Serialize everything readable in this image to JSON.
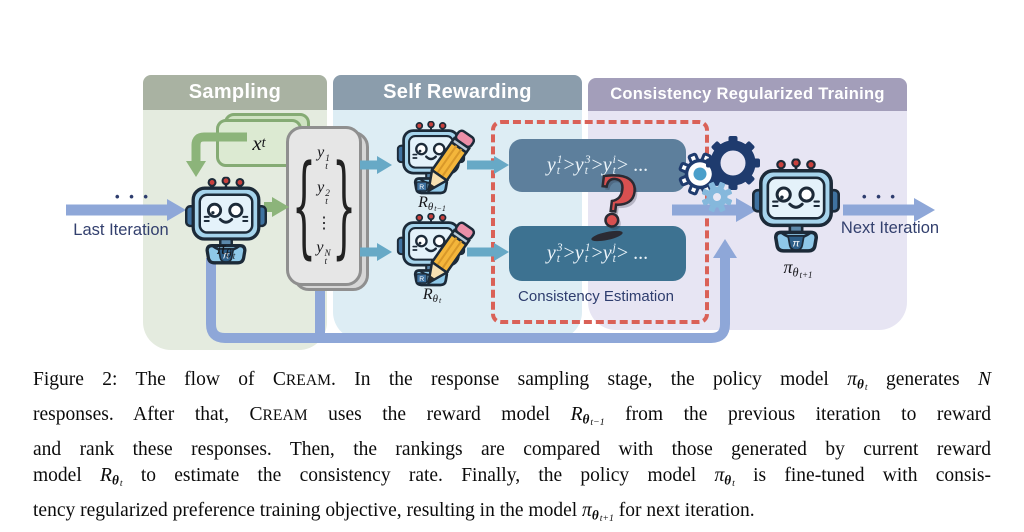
{
  "figure": {
    "panels": [
      {
        "id": "sampling",
        "title": "Sampling"
      },
      {
        "id": "self_rewarding",
        "title": "Self Rewarding"
      },
      {
        "id": "consistency_training",
        "title": "Consistency Regularized Training"
      }
    ],
    "labels": {
      "last_iteration": "Last Iteration",
      "next_iteration": "Next Iteration",
      "consistency_estimation": "Consistency Estimation",
      "dots_left": "• • •",
      "dots_right": "• • •",
      "question_mark": "?"
    },
    "math": {
      "x_t": [
        {
          "t": "x",
          "s": "i"
        },
        {
          "t": "t",
          "s": "sub"
        }
      ],
      "brace_open": "{",
      "brace_close": "}",
      "responses_rows": [
        [
          {
            "t": "y",
            "s": "i"
          },
          {
            "ss": [
              "1",
              "t"
            ]
          }
        ],
        [
          {
            "t": "y",
            "s": "i"
          },
          {
            "ss": [
              "2",
              "t"
            ]
          }
        ],
        [
          {
            "t": "⋮"
          }
        ],
        [
          {
            "t": "y",
            "s": "i"
          },
          {
            "ss": [
              "N",
              "t"
            ]
          }
        ]
      ],
      "ranking_prev": [
        {
          "t": "y",
          "s": "i"
        },
        {
          "ss": [
            "1",
            "t"
          ]
        },
        {
          "t": " > "
        },
        {
          "t": "y",
          "s": "i"
        },
        {
          "ss": [
            "3",
            "t"
          ]
        },
        {
          "t": " > "
        },
        {
          "t": "y",
          "s": "i"
        },
        {
          "ss": [
            "i",
            "t"
          ]
        },
        {
          "t": " > ..."
        }
      ],
      "ranking_curr": [
        {
          "t": "y",
          "s": "i"
        },
        {
          "ss": [
            "3",
            "t"
          ]
        },
        {
          "t": " > "
        },
        {
          "t": "y",
          "s": "i"
        },
        {
          "ss": [
            "1",
            "t"
          ]
        },
        {
          "t": " > "
        },
        {
          "t": "y",
          "s": "i"
        },
        {
          "ss": [
            "j",
            "t"
          ]
        },
        {
          "t": " > ..."
        }
      ],
      "policy_current": [
        {
          "t": "π",
          "s": "i"
        },
        {
          "t": "θ",
          "s": "sub"
        },
        {
          "t": "t",
          "s": "sub2"
        }
      ],
      "policy_next": [
        {
          "t": "π",
          "s": "i"
        },
        {
          "t": "θ",
          "s": "sub"
        },
        {
          "t": "t+1",
          "s": "sub2"
        }
      ],
      "reward_prev": [
        {
          "t": "R",
          "s": "i"
        },
        {
          "t": "θ",
          "s": "sub"
        },
        {
          "t": "t−1",
          "s": "sub2"
        }
      ],
      "reward_current": [
        {
          "t": "R",
          "s": "i"
        },
        {
          "t": "θ",
          "s": "sub"
        },
        {
          "t": "t",
          "s": "sub2"
        }
      ],
      "chest_pi": "π",
      "chest_R": "R"
    },
    "colors": {
      "sampling_header": "#a9b2a2",
      "sampling_bg": "#e4ebdf",
      "self_rewarding_header": "#8b9dac",
      "self_rewarding_bg": "#ddedf4",
      "training_header": "#a39eba",
      "training_bg": "#e7e5f3",
      "flow_arrow": "#8ea7d8",
      "sampling_arrow": "#8cb47a",
      "reward_arrow": "#67a9c6",
      "ranking_box_top": "#5d7f9c",
      "ranking_box_bottom": "#3d7291",
      "dashed_border": "#da6157",
      "question_mark": "#d95050"
    }
  },
  "caption": {
    "lines": [
      [
        {
          "t": "Figure 2: The flow of C"
        },
        {
          "t": "REAM",
          "s": "sc"
        },
        {
          "t": ". In the response sampling stage, the policy model "
        },
        {
          "t": "π",
          "s": "i"
        },
        {
          "t": "θ",
          "s": "bsub"
        },
        {
          "t": "t",
          "s": "sub2"
        },
        {
          "t": " generates "
        },
        {
          "t": "N",
          "s": "i"
        }
      ],
      [
        {
          "t": "responses. After that, C"
        },
        {
          "t": "REAM",
          "s": "sc"
        },
        {
          "t": " uses the reward model "
        },
        {
          "t": "R",
          "s": "i"
        },
        {
          "t": "θ",
          "s": "bsub"
        },
        {
          "t": "t−1",
          "s": "sub2"
        },
        {
          "t": " from the previous iteration to reward"
        }
      ],
      [
        {
          "t": "and rank these responses. Then, the rankings are compared with those generated by current reward"
        }
      ],
      [
        {
          "t": "model "
        },
        {
          "t": "R",
          "s": "i"
        },
        {
          "t": "θ",
          "s": "bsub"
        },
        {
          "t": "t",
          "s": "sub2"
        },
        {
          "t": " to estimate the consistency rate. Finally, the policy model "
        },
        {
          "t": "π",
          "s": "i"
        },
        {
          "t": "θ",
          "s": "bsub"
        },
        {
          "t": "t",
          "s": "sub2"
        },
        {
          "t": " is fine-tuned with consis-"
        }
      ],
      [
        {
          "t": "tency regularized preference training objective, resulting in the model "
        },
        {
          "t": "π",
          "s": "i"
        },
        {
          "t": "θ",
          "s": "bsub"
        },
        {
          "t": "t+1",
          "s": "sub2"
        },
        {
          "t": " for next iteration."
        }
      ]
    ]
  }
}
